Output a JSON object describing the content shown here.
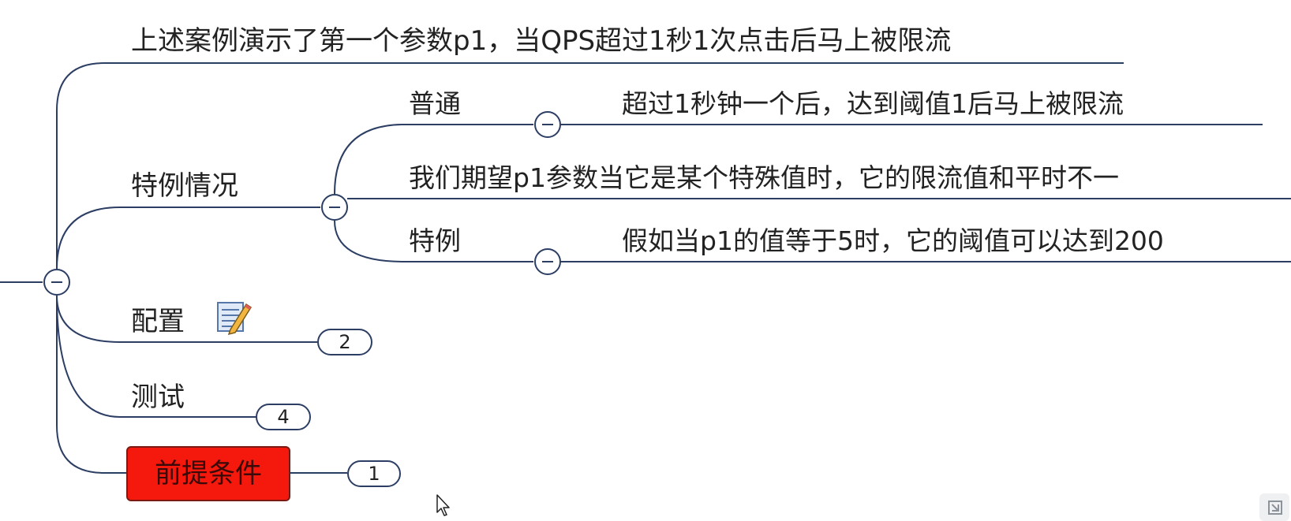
{
  "mindmap": {
    "top_note": "上述案例演示了第一个参数p1，当QPS超过1秒1次点击后马上被限流",
    "special_case": {
      "label": "特例情况",
      "normal": {
        "label": "普通",
        "detail": "超过1秒钟一个后，达到阈值1后马上被限流"
      },
      "expectation": "我们期望p1参数当它是某个特殊值时，它的限流值和平时不一",
      "exception": {
        "label": "特例",
        "detail": "假如当p1的值等于5时，它的阈值可以达到200"
      }
    },
    "config": {
      "label": "配置",
      "count": "2",
      "icon": "notepad-icon"
    },
    "test": {
      "label": "测试",
      "count": "4"
    },
    "precondition": {
      "label": "前提条件",
      "count": "1",
      "color": "#f5180c"
    }
  },
  "colors": {
    "line": "#2c3e63",
    "text": "#222222",
    "background": "#ffffff"
  }
}
